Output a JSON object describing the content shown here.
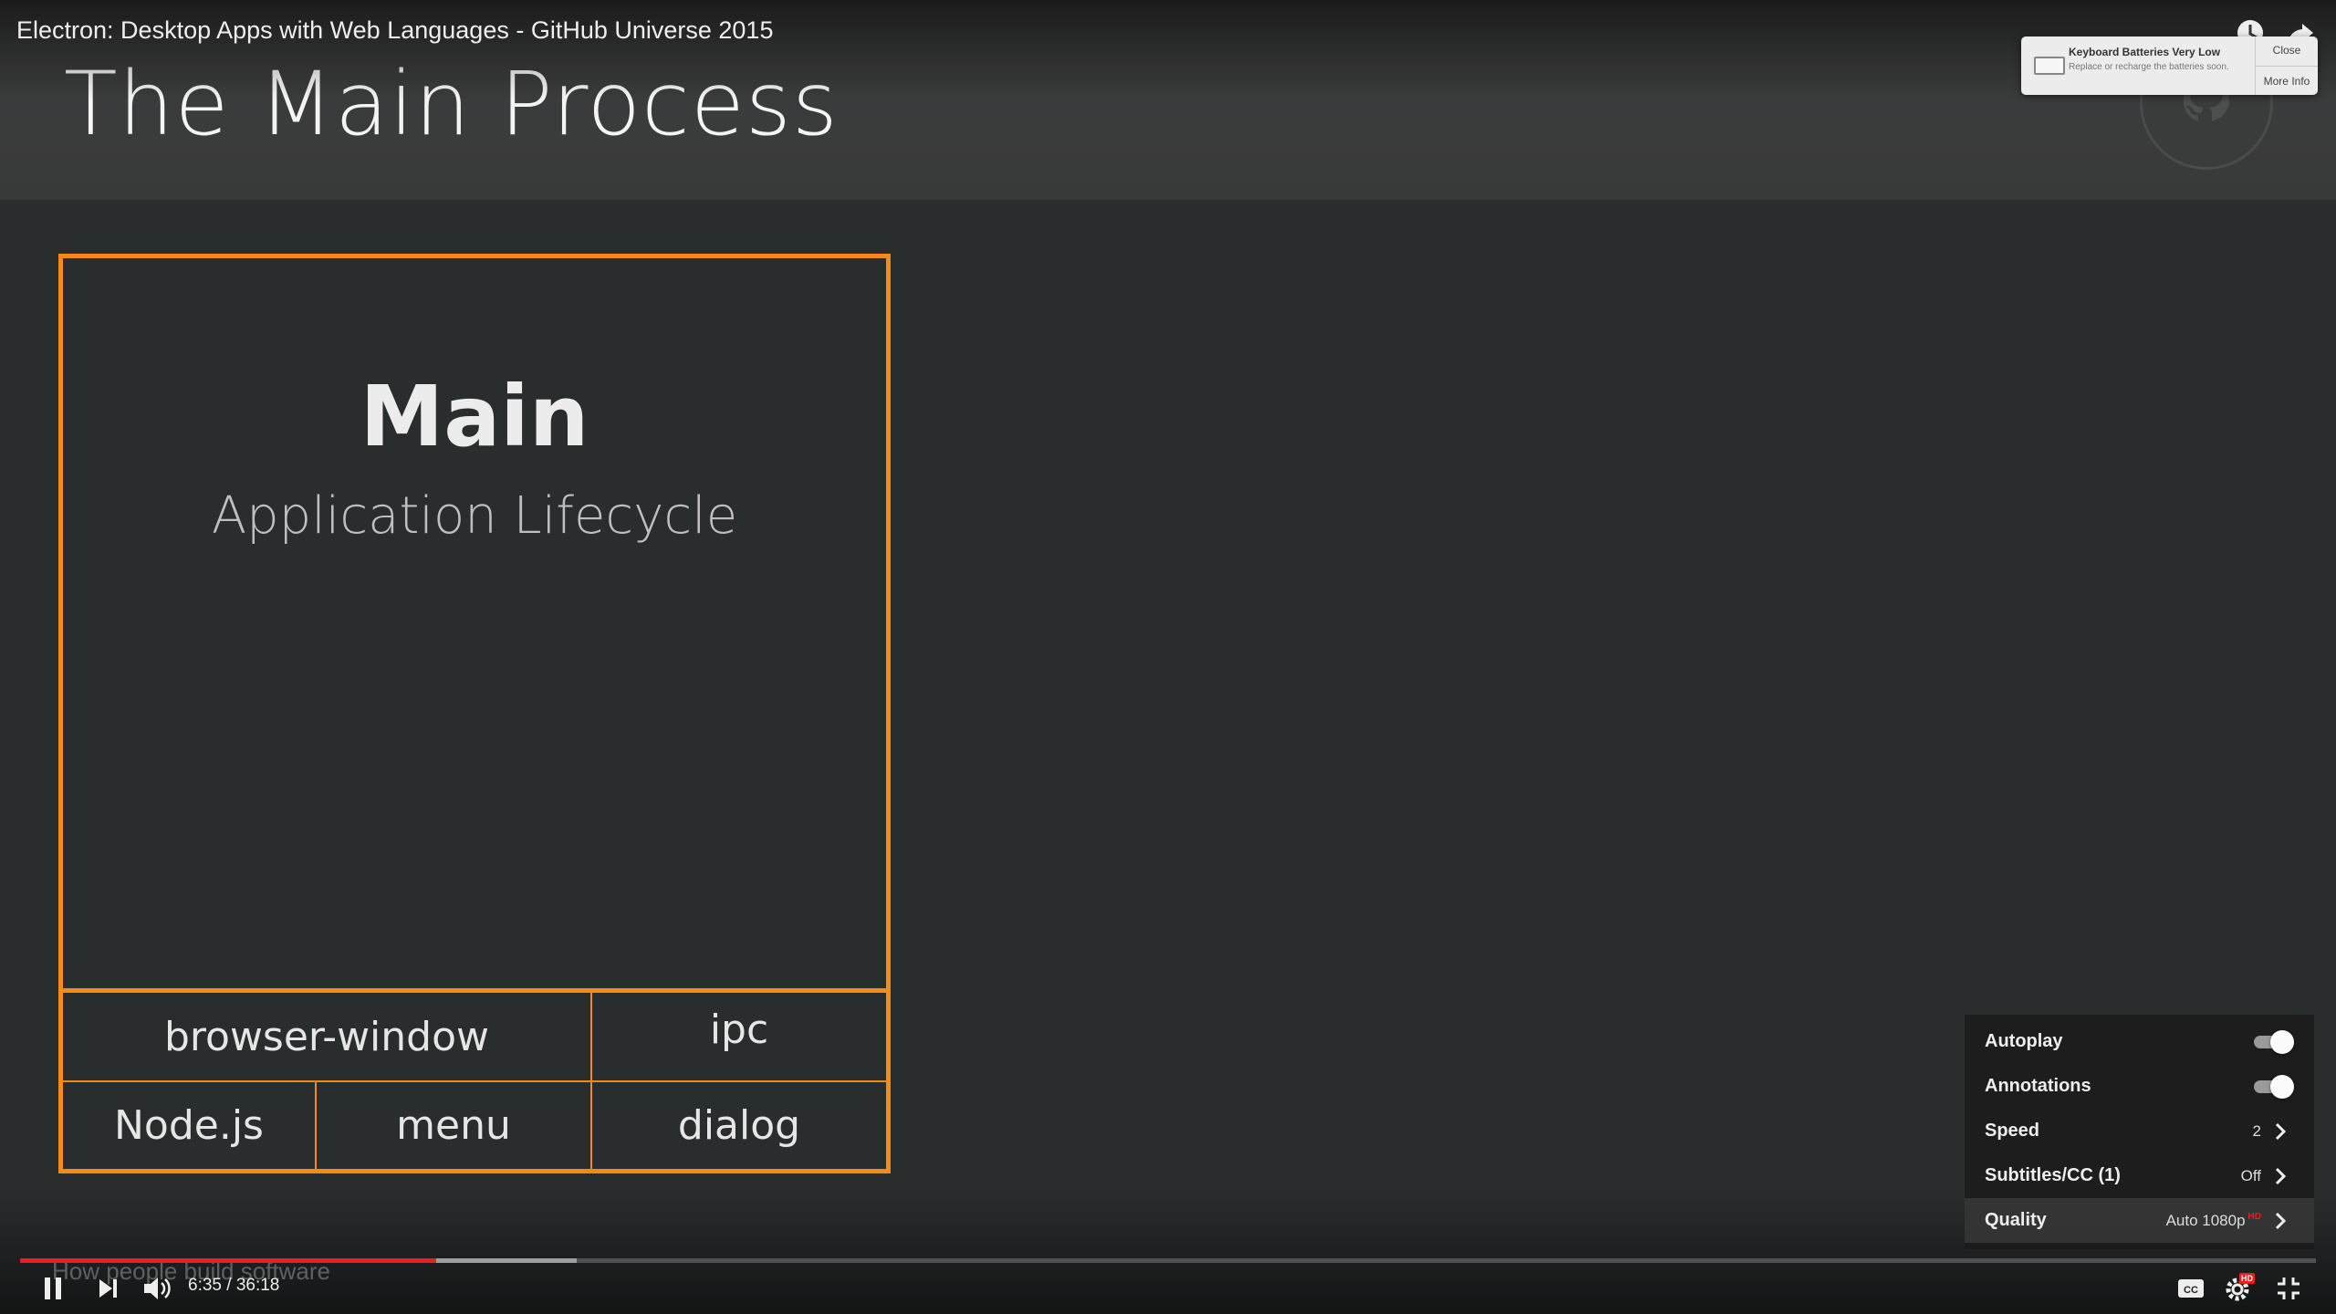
{
  "video": {
    "title": "Electron: Desktop Apps with Web Languages - GitHub Universe 2015"
  },
  "slide": {
    "title": "The Main Process",
    "main_heading": "Main",
    "main_subheading": "Application Lifecycle",
    "modules": {
      "browser_window": "browser-window",
      "ipc": "ipc",
      "nodejs": "Node.js",
      "menu": "menu",
      "dialog": "dialog"
    },
    "accent_color": "#f48b16",
    "watermark": "How people build software"
  },
  "notification": {
    "title": "Keyboard Batteries Very Low",
    "body": "Replace or recharge the batteries soon.",
    "close_label": "Close",
    "more_info_label": "More Info"
  },
  "settings": {
    "autoplay": {
      "label": "Autoplay",
      "enabled": true
    },
    "annotations": {
      "label": "Annotations",
      "enabled": true
    },
    "speed": {
      "label": "Speed",
      "value": "2"
    },
    "subtitles": {
      "label": "Subtitles/CC (1)",
      "value": "Off"
    },
    "quality": {
      "label": "Quality",
      "value": "Auto 1080p",
      "badge": "HD"
    }
  },
  "player": {
    "current_time": "6:35",
    "duration": "36:18",
    "time_display": "6:35 / 36:18",
    "played_fraction": 0.1814,
    "loaded_fraction": 0.2425,
    "progress_color": "#e62117",
    "settings_badge": "HD",
    "icons": [
      "pause-icon",
      "next-icon",
      "volume-icon",
      "captions-icon",
      "settings-icon",
      "exit-fullscreen-icon",
      "watch-later-icon",
      "share-icon"
    ]
  }
}
